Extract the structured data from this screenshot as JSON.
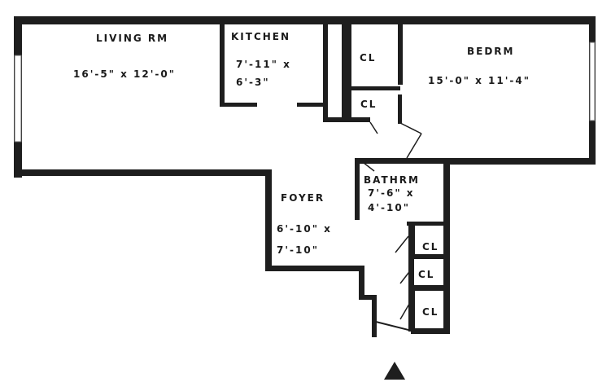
{
  "rooms": {
    "living": {
      "name": "LIVING RM",
      "dims": "16'-5\" x 12'-0\""
    },
    "kitchen": {
      "name": "KITCHEN",
      "dims_1": "7'-11\" x",
      "dims_2": "6'-3\""
    },
    "bedroom": {
      "name": "BEDRM",
      "dims": "15'-0\" x 11'-4\""
    },
    "bathroom": {
      "name": "BATHRM",
      "dims_1": "7'-6\" x",
      "dims_2": "4'-10\""
    },
    "foyer": {
      "name": "FOYER",
      "dims_1": "6'-10\" x",
      "dims_2": "7'-10\""
    },
    "closets": [
      "CL",
      "CL",
      "CL",
      "CL",
      "CL"
    ]
  },
  "icons": {
    "entrance": "entrance-arrow-icon"
  }
}
